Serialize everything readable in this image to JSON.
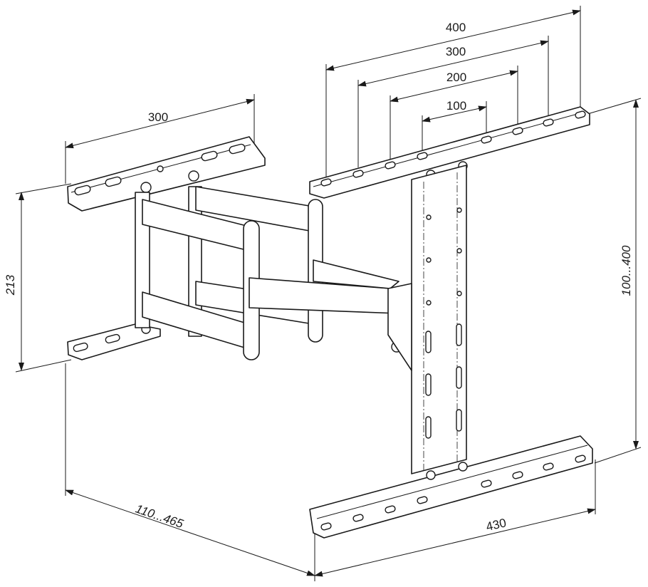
{
  "dimensions": {
    "vesa_h_400": "400",
    "vesa_h_300": "300",
    "vesa_h_200": "200",
    "vesa_h_100": "100",
    "wall_plate_width": "300",
    "wall_plate_height": "213",
    "vesa_v_range": "100...400",
    "extension_range": "110...465",
    "bar_length": "430"
  }
}
